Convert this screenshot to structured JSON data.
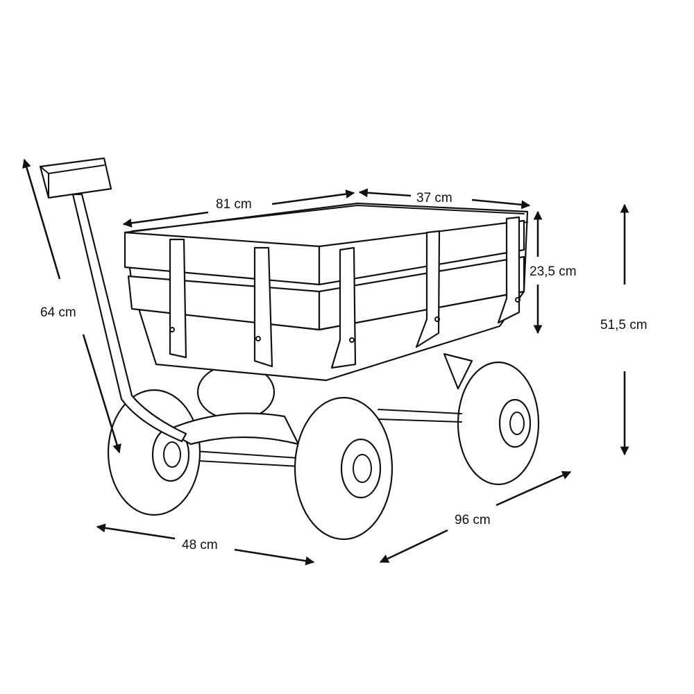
{
  "title": "Wagon dimensions diagram",
  "dimensions": {
    "bed_length": "81 cm",
    "bed_width": "37 cm",
    "side_height": "23,5 cm",
    "total_height": "51,5 cm",
    "handle_length": "64 cm",
    "track_width": "48 cm",
    "total_length": "96 cm"
  },
  "colors": {
    "line": "#111111",
    "background": "#ffffff"
  }
}
